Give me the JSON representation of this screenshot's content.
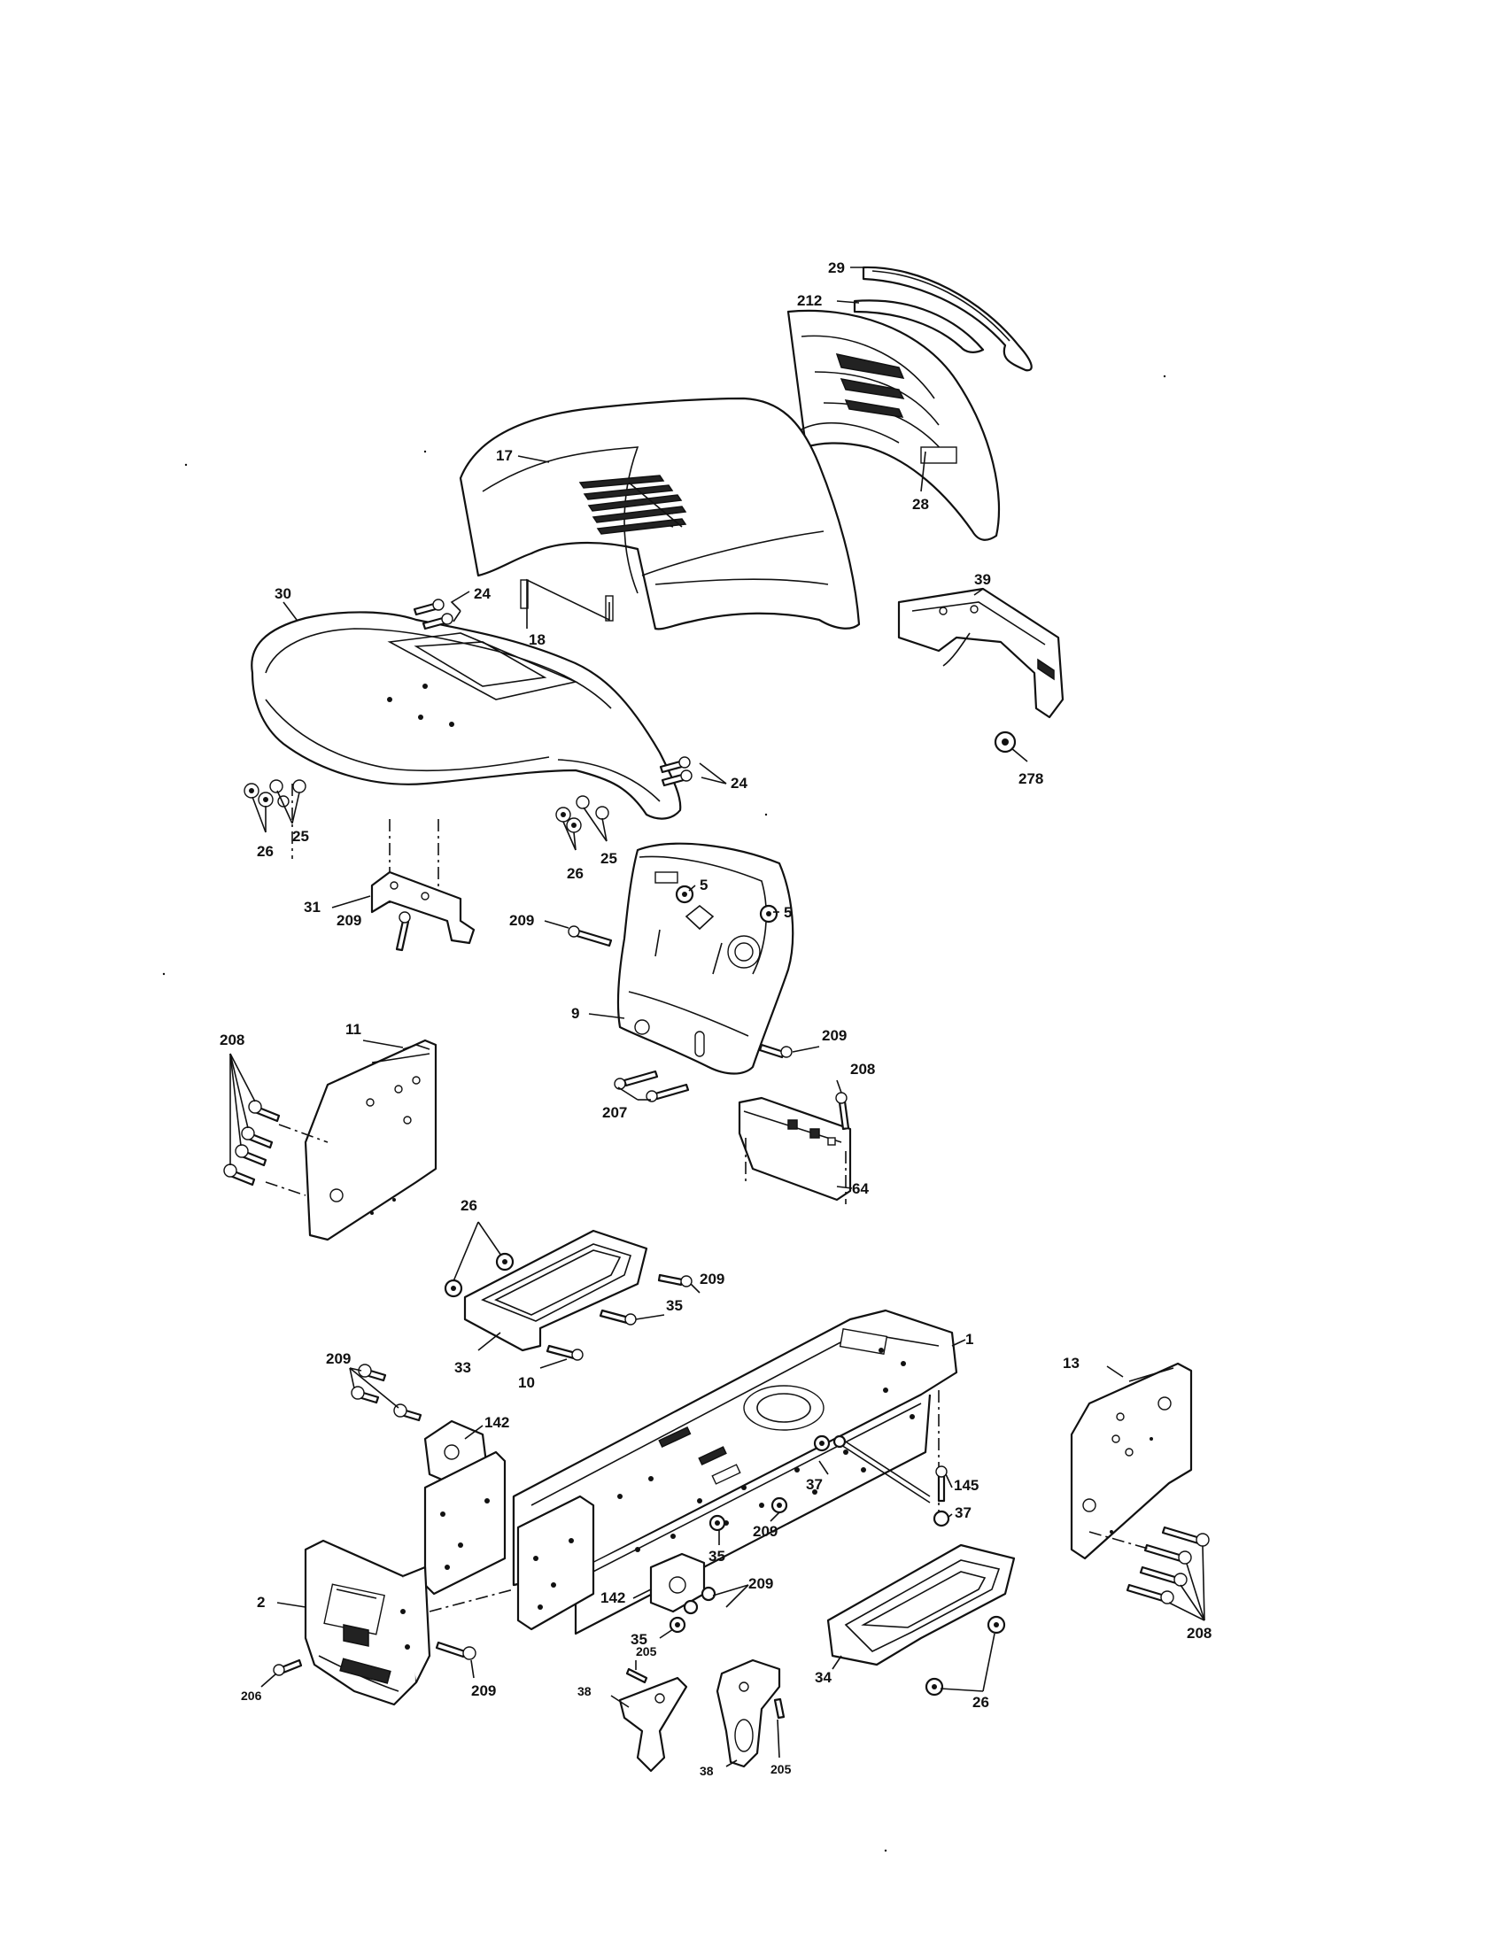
{
  "callouts": {
    "c29": "29",
    "c212": "212",
    "c17": "17",
    "c28": "28",
    "c39": "39",
    "c18": "18",
    "c30": "30",
    "c24a": "24",
    "c24b": "24",
    "c278": "278",
    "c25a": "25",
    "c26a": "26",
    "c25b": "25",
    "c26b": "26",
    "c31": "31",
    "c209a": "209",
    "c5a": "5",
    "c5b": "5",
    "c209b": "209",
    "c9": "9",
    "c209c": "209",
    "c208a": "208",
    "c207": "207",
    "c64": "64",
    "c208b": "208",
    "c11": "11",
    "c26c": "26",
    "c209d": "209",
    "c35a": "35",
    "c33": "33",
    "c10": "10",
    "c1": "1",
    "c13": "13",
    "c209e": "209",
    "c142a": "142",
    "c37a": "37",
    "c145": "145",
    "c37b": "37",
    "c209f": "209",
    "c35b": "35",
    "c208c": "208",
    "c2": "2",
    "c142b": "142",
    "c209g": "209",
    "c35c": "35",
    "c34": "34",
    "c26d": "26",
    "c206": "206",
    "c209h": "209",
    "c205a": "205",
    "c38a": "38",
    "c38b": "38",
    "c205b": "205"
  }
}
